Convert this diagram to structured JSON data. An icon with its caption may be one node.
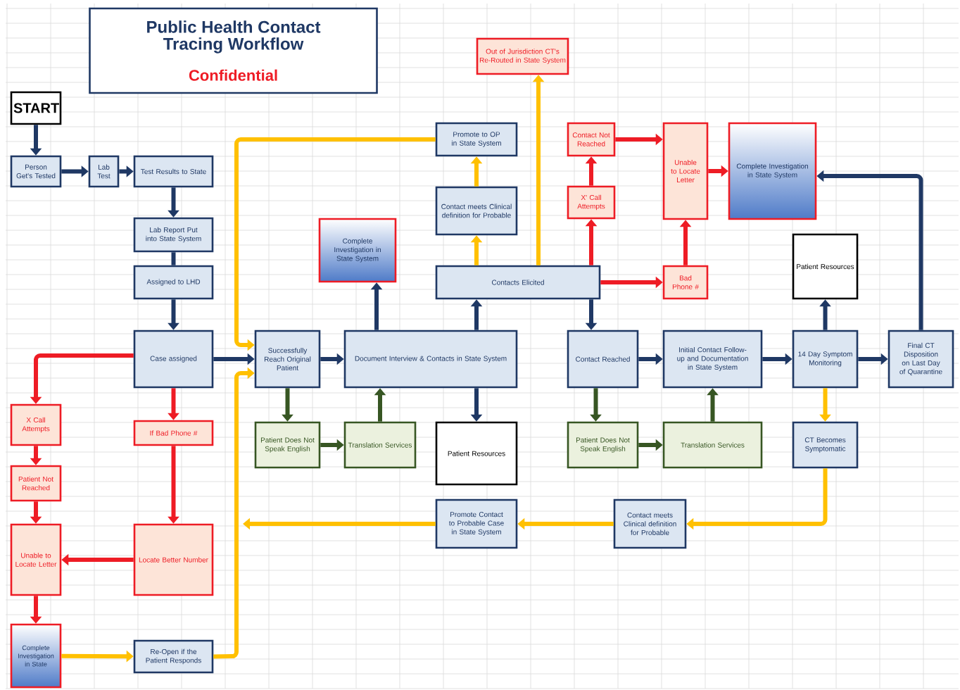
{
  "diagram": {
    "title": "Public Health Contact Tracing Workflow",
    "nodes": [
      {
        "text": [
          "START"
        ]
      },
      {
        "text": [
          "Person Get's Tested"
        ]
      },
      {
        "text": [
          "Lab Test"
        ]
      },
      {
        "text": [
          "Test Results to State"
        ]
      },
      {
        "text": [
          "Lab Report Put into State System"
        ]
      },
      {
        "text": [
          "Assigned to LHD"
        ]
      },
      {
        "text": [
          "Case assigned"
        ]
      },
      {
        "text": [
          "Successfully Reach Original Patient"
        ]
      },
      {
        "text": [
          "Document Interview & Contacts in State System"
        ]
      },
      {
        "text": [
          "Complete Investigation in State System"
        ]
      },
      {
        "text": [
          "Contacts Elicited"
        ]
      },
      {
        "text": [
          "Contact meets Clinical definition for Probable"
        ]
      },
      {
        "text": [
          "Promote to OP in State System"
        ]
      },
      {
        "text": [
          "Out of Jurisdiction CT's Re-Routed in State System"
        ]
      },
      {
        "text": [
          "X' Call Attempts"
        ]
      },
      {
        "text": [
          "Contact Not Reached"
        ]
      },
      {
        "text": [
          "Unable to Locate Letter"
        ]
      },
      {
        "text": [
          "Complete Investigation in State System"
        ]
      },
      {
        "text": [
          "Bad Phone #"
        ]
      },
      {
        "text": [
          "Contact Reached"
        ]
      },
      {
        "text": [
          "Initial Contact Follow-up and Documentation in State System"
        ]
      },
      {
        "text": [
          "14 Day Symptom Monitoring"
        ]
      },
      {
        "text": [
          "Final CT Disposition on Last Day of Quarantine"
        ]
      },
      {
        "text": [
          "Patient Resources"
        ]
      },
      {
        "text": [
          "Patient Does Not Speak English"
        ]
      },
      {
        "text": [
          "Translation Services"
        ]
      },
      {
        "text": [
          "Patient Resources"
        ]
      },
      {
        "text": [
          "Patient Does Not Speak English"
        ]
      },
      {
        "text": [
          "Translation Services"
        ]
      },
      {
        "text": [
          "CT Becomes Symptomatic"
        ]
      },
      {
        "text": [
          "Contact meets Clinical definition for Probable"
        ]
      },
      {
        "text": [
          "Promote Contact to Probable Case in State System"
        ]
      },
      {
        "text": [
          "X Call Attempts"
        ]
      },
      {
        "text": [
          "If Bad Phone #"
        ]
      },
      {
        "text": [
          "Patient Not Reached"
        ]
      },
      {
        "text": [
          "Unable to Locate Letter"
        ]
      },
      {
        "text": [
          "Locate Better Number"
        ]
      },
      {
        "text": [
          "Complete Investigation in State"
        ]
      },
      {
        "text": [
          "Re-Open if the Patient Responds"
        ]
      }
    ],
    "edges": [
      {
        "from": 0,
        "to": 1,
        "arrow": "to"
      },
      {
        "from": 1,
        "to": 2,
        "arrow": "to"
      },
      {
        "from": 2,
        "to": 3,
        "arrow": "to"
      },
      {
        "from": 3,
        "to": 4,
        "arrow": "to"
      },
      {
        "from": 4,
        "to": 5,
        "arrow": "none"
      },
      {
        "from": 5,
        "to": 6,
        "arrow": "to"
      },
      {
        "from": 6,
        "to": 7,
        "arrow": "to"
      },
      {
        "from": 6,
        "to": 32,
        "arrow": "to",
        "color": "#ee1c25"
      },
      {
        "from": 6,
        "to": 33,
        "arrow": "to",
        "color": "#ee1c25"
      },
      {
        "from": 32,
        "to": 34,
        "arrow": "to",
        "color": "#ee1c25"
      },
      {
        "from": 34,
        "to": 35,
        "arrow": "to",
        "color": "#ee1c25"
      },
      {
        "from": 35,
        "to": 37,
        "arrow": "to",
        "color": "#ee1c25"
      },
      {
        "from": 36,
        "to": 35,
        "arrow": "to",
        "color": "#ee1c25"
      },
      {
        "from": 33,
        "to": 36,
        "arrow": "to",
        "color": "#ee1c25"
      },
      {
        "from": 37,
        "to": 38,
        "arrow": "to",
        "color": "#ffc000"
      },
      {
        "from": 38,
        "to": 7,
        "arrow": "to",
        "color": "#ffc000"
      },
      {
        "from": 12,
        "to": 7,
        "arrow": "to",
        "color": "#ffc000"
      },
      {
        "from": 31,
        "to": null,
        "arrow": "to",
        "color": "#ffc000"
      },
      {
        "from": 7,
        "to": 8,
        "arrow": "to"
      },
      {
        "from": 7,
        "to": 24,
        "arrow": "to",
        "color": "#375623"
      },
      {
        "from": 24,
        "to": 25,
        "arrow": "to",
        "color": "#375623"
      },
      {
        "from": 25,
        "to": 8,
        "arrow": "to",
        "color": "#375623"
      },
      {
        "from": 8,
        "to": 9,
        "arrow": "to"
      },
      {
        "from": 8,
        "to": 10,
        "arrow": "to"
      },
      {
        "from": 8,
        "to": 26,
        "arrow": "to"
      },
      {
        "from": 10,
        "to": 11,
        "arrow": "to",
        "color": "#ffc000"
      },
      {
        "from": 11,
        "to": 12,
        "arrow": "to",
        "color": "#ffc000"
      },
      {
        "from": 10,
        "to": 13,
        "arrow": "to",
        "color": "#ffc000"
      },
      {
        "from": 10,
        "to": 14,
        "arrow": "to",
        "color": "#ee1c25"
      },
      {
        "from": 14,
        "to": 15,
        "arrow": "to",
        "color": "#ee1c25"
      },
      {
        "from": 15,
        "to": 16,
        "arrow": "to",
        "color": "#ee1c25"
      },
      {
        "from": 10,
        "to": 18,
        "arrow": "to",
        "color": "#ee1c25"
      },
      {
        "from": 18,
        "to": 16,
        "arrow": "to",
        "color": "#ee1c25"
      },
      {
        "from": 16,
        "to": 17,
        "arrow": "to",
        "color": "#ee1c25"
      },
      {
        "from": 10,
        "to": 19,
        "arrow": "to"
      },
      {
        "from": 19,
        "to": 20,
        "arrow": "to"
      },
      {
        "from": 20,
        "to": 21,
        "arrow": "to"
      },
      {
        "from": 21,
        "to": 22,
        "arrow": "to"
      },
      {
        "from": 19,
        "to": 27,
        "arrow": "to",
        "color": "#375623"
      },
      {
        "from": 27,
        "to": 28,
        "arrow": "to",
        "color": "#375623"
      },
      {
        "from": 28,
        "to": 20,
        "arrow": "to",
        "color": "#375623"
      },
      {
        "from": 21,
        "to": 23,
        "arrow": "to"
      },
      {
        "from": 21,
        "to": 29,
        "arrow": "to",
        "color": "#ffc000"
      },
      {
        "from": 29,
        "to": 30,
        "arrow": "to",
        "color": "#ffc000"
      },
      {
        "from": 30,
        "to": 31,
        "arrow": "to",
        "color": "#ffc000"
      },
      {
        "from": 22,
        "to": 17,
        "arrow": "to"
      }
    ],
    "labels": [
      "Confidential"
    ]
  }
}
